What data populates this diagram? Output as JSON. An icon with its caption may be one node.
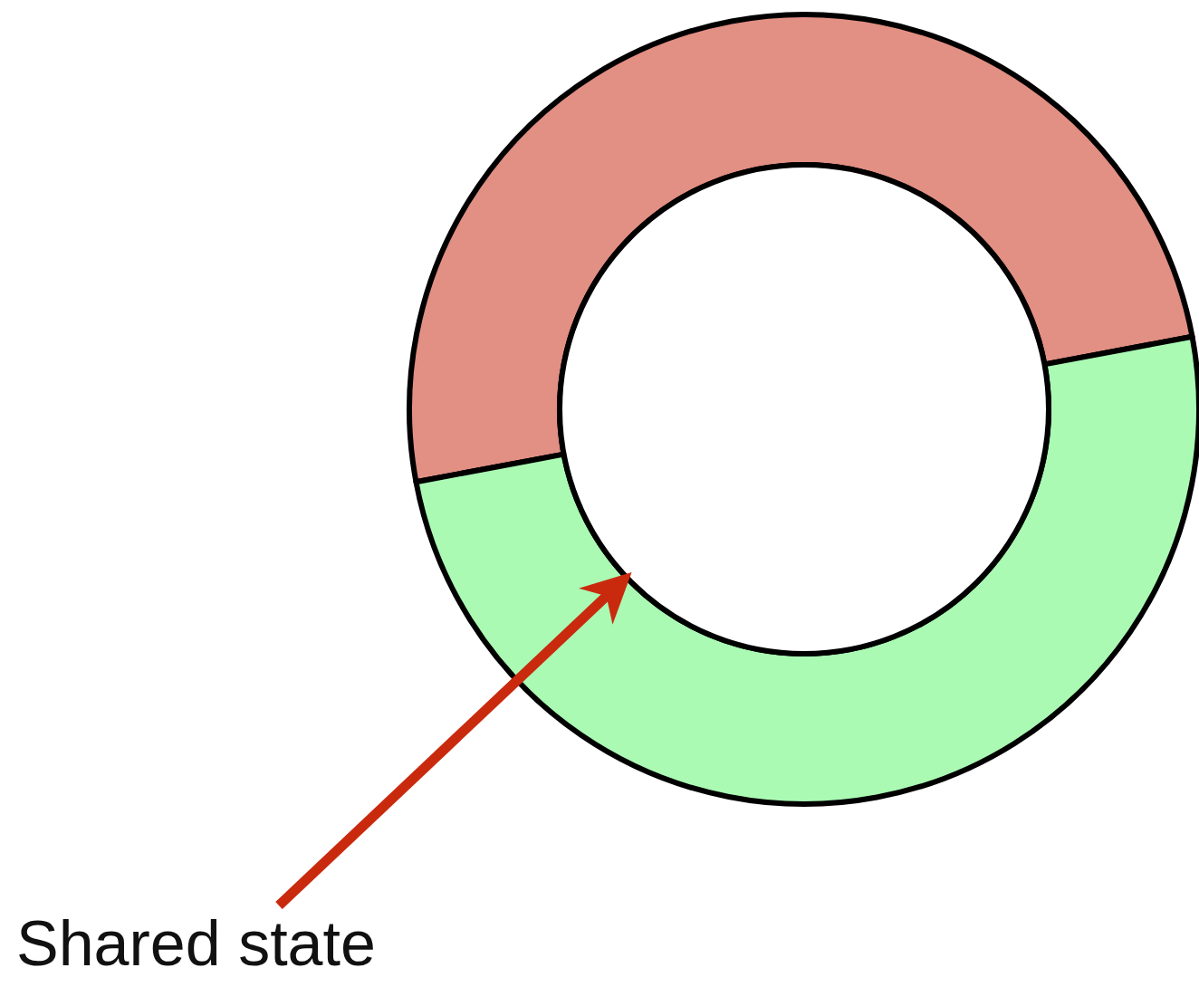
{
  "diagram": {
    "nodes": [
      {
        "text": [
          "Shared state"
        ]
      },
      {
        "text": [],
        "shape": "circle"
      }
    ],
    "edges": [
      {
        "from": 0,
        "to": 1,
        "arrow": "to",
        "color": "#c92a0e"
      }
    ]
  }
}
